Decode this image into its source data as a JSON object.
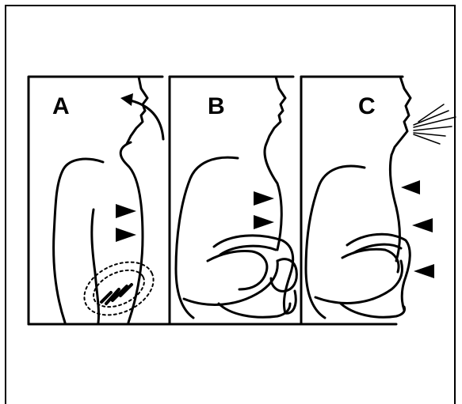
{
  "panels": [
    {
      "label": "A"
    },
    {
      "label": "B"
    },
    {
      "label": "C"
    }
  ],
  "colors": {
    "ink": "#000000",
    "paper": "#ffffff"
  }
}
